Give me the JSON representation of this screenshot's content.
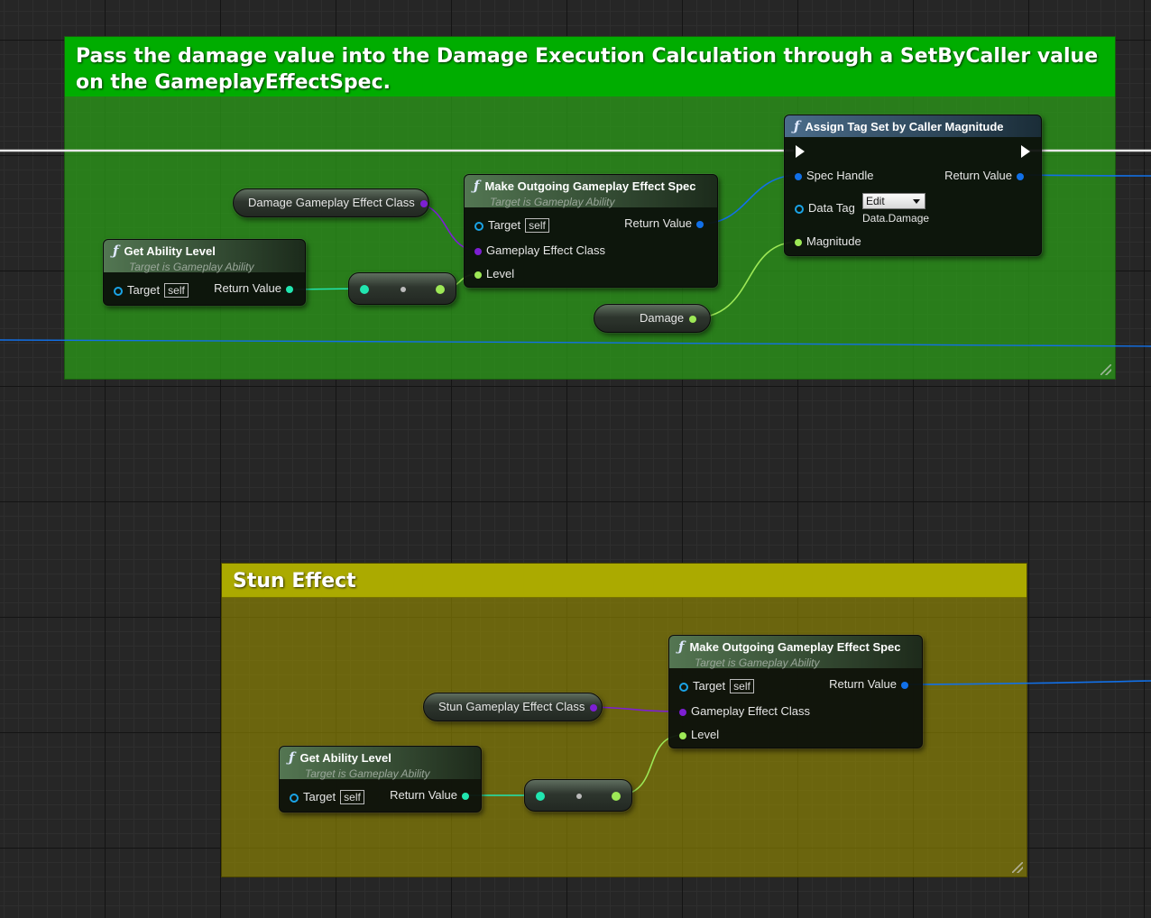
{
  "comments": {
    "damage": {
      "title": "Pass the damage value into the Damage Execution Calculation through a SetByCaller value on the GameplayEffectSpec.",
      "color": "#00ad00"
    },
    "stun": {
      "title": "Stun Effect",
      "color": "#abaa00"
    }
  },
  "nodes": {
    "assign_tag": {
      "title": "Assign Tag Set by Caller Magnitude",
      "spec_handle": "Spec Handle",
      "return_value": "Return Value",
      "data_tag": "Data Tag",
      "data_tag_button": "Edit",
      "data_tag_value": "Data.Damage",
      "magnitude": "Magnitude"
    },
    "make_spec_1": {
      "title": "Make Outgoing Gameplay Effect Spec",
      "subtitle": "Target is Gameplay Ability",
      "target": "Target",
      "self": "self",
      "return_value": "Return Value",
      "effect_class": "Gameplay Effect Class",
      "level": "Level"
    },
    "ability_level_1": {
      "title": "Get Ability Level",
      "subtitle": "Target is Gameplay Ability",
      "target": "Target",
      "self": "self",
      "return_value": "Return Value"
    },
    "make_spec_2": {
      "title": "Make Outgoing Gameplay Effect Spec",
      "subtitle": "Target is Gameplay Ability",
      "target": "Target",
      "self": "self",
      "return_value": "Return Value",
      "effect_class": "Gameplay Effect Class",
      "level": "Level"
    },
    "ability_level_2": {
      "title": "Get Ability Level",
      "subtitle": "Target is Gameplay Ability",
      "target": "Target",
      "self": "self",
      "return_value": "Return Value"
    }
  },
  "variables": {
    "damage_effect_class": "Damage Gameplay Effect Class",
    "damage": "Damage",
    "stun_effect_class": "Stun Gameplay Effect Class"
  },
  "icons": {
    "function": "function-icon",
    "exec": "exec-pin-icon"
  },
  "colors": {
    "exec_wire": "#ffffff",
    "struct_wire": "#1170e8",
    "class_wire": "#7d1fd3",
    "int_wire": "#21e6b0",
    "float_wire": "#9de856"
  }
}
